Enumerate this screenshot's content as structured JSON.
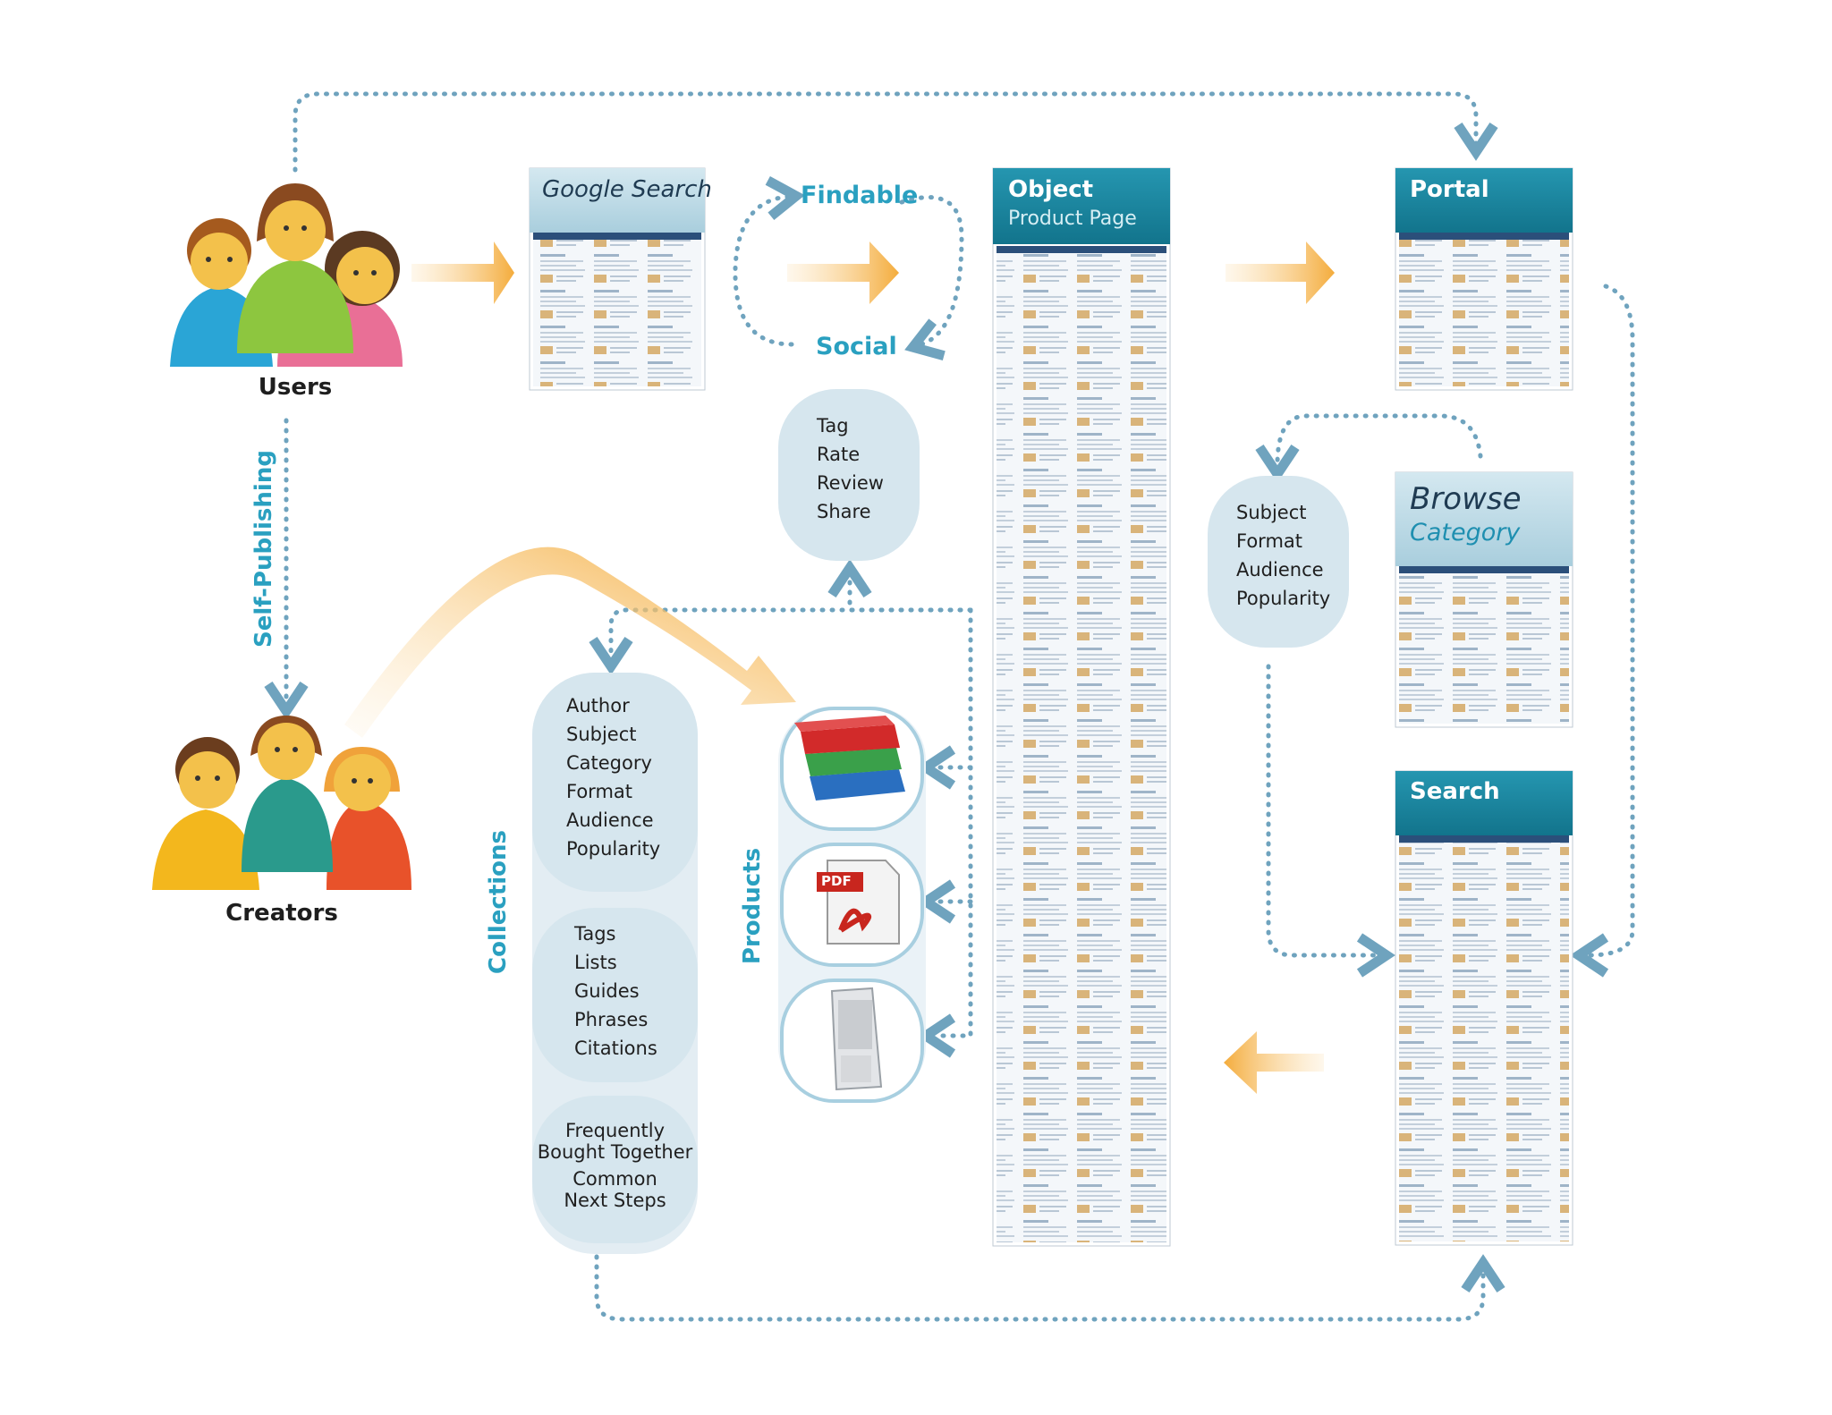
{
  "actors": {
    "users_label": "Users",
    "creators_label": "Creators",
    "self_publishing_label": "Self-Publishing"
  },
  "google_search": {
    "title": "Google Search"
  },
  "cycle": {
    "findable": "Findable",
    "social": "Social"
  },
  "social_actions": [
    "Tag",
    "Rate",
    "Review",
    "Share"
  ],
  "object_page": {
    "title": "Object",
    "subtitle": "Product Page"
  },
  "portal": {
    "title": "Portal"
  },
  "browse": {
    "title": "Browse",
    "subtitle": "Category"
  },
  "search": {
    "title": "Search"
  },
  "facets": [
    "Subject",
    "Format",
    "Audience",
    "Popularity"
  ],
  "collections": {
    "label": "Collections",
    "group1": [
      "Author",
      "Subject",
      "Category",
      "Format",
      "Audience",
      "Popularity"
    ],
    "group2": [
      "Tags",
      "Lists",
      "Guides",
      "Phrases",
      "Citations"
    ],
    "group3": [
      "Frequently",
      "Bought Together",
      "Common",
      "Next Steps"
    ]
  },
  "products": {
    "label": "Products",
    "items": [
      "books-icon",
      "pdf-icon",
      "ereader-icon"
    ],
    "pdf_text": "PDF"
  },
  "colors": {
    "teal": "#2aa0c0",
    "panel_header": "#1b8aa3",
    "orange": "#f5b041",
    "pill": "#dfeaf1"
  }
}
